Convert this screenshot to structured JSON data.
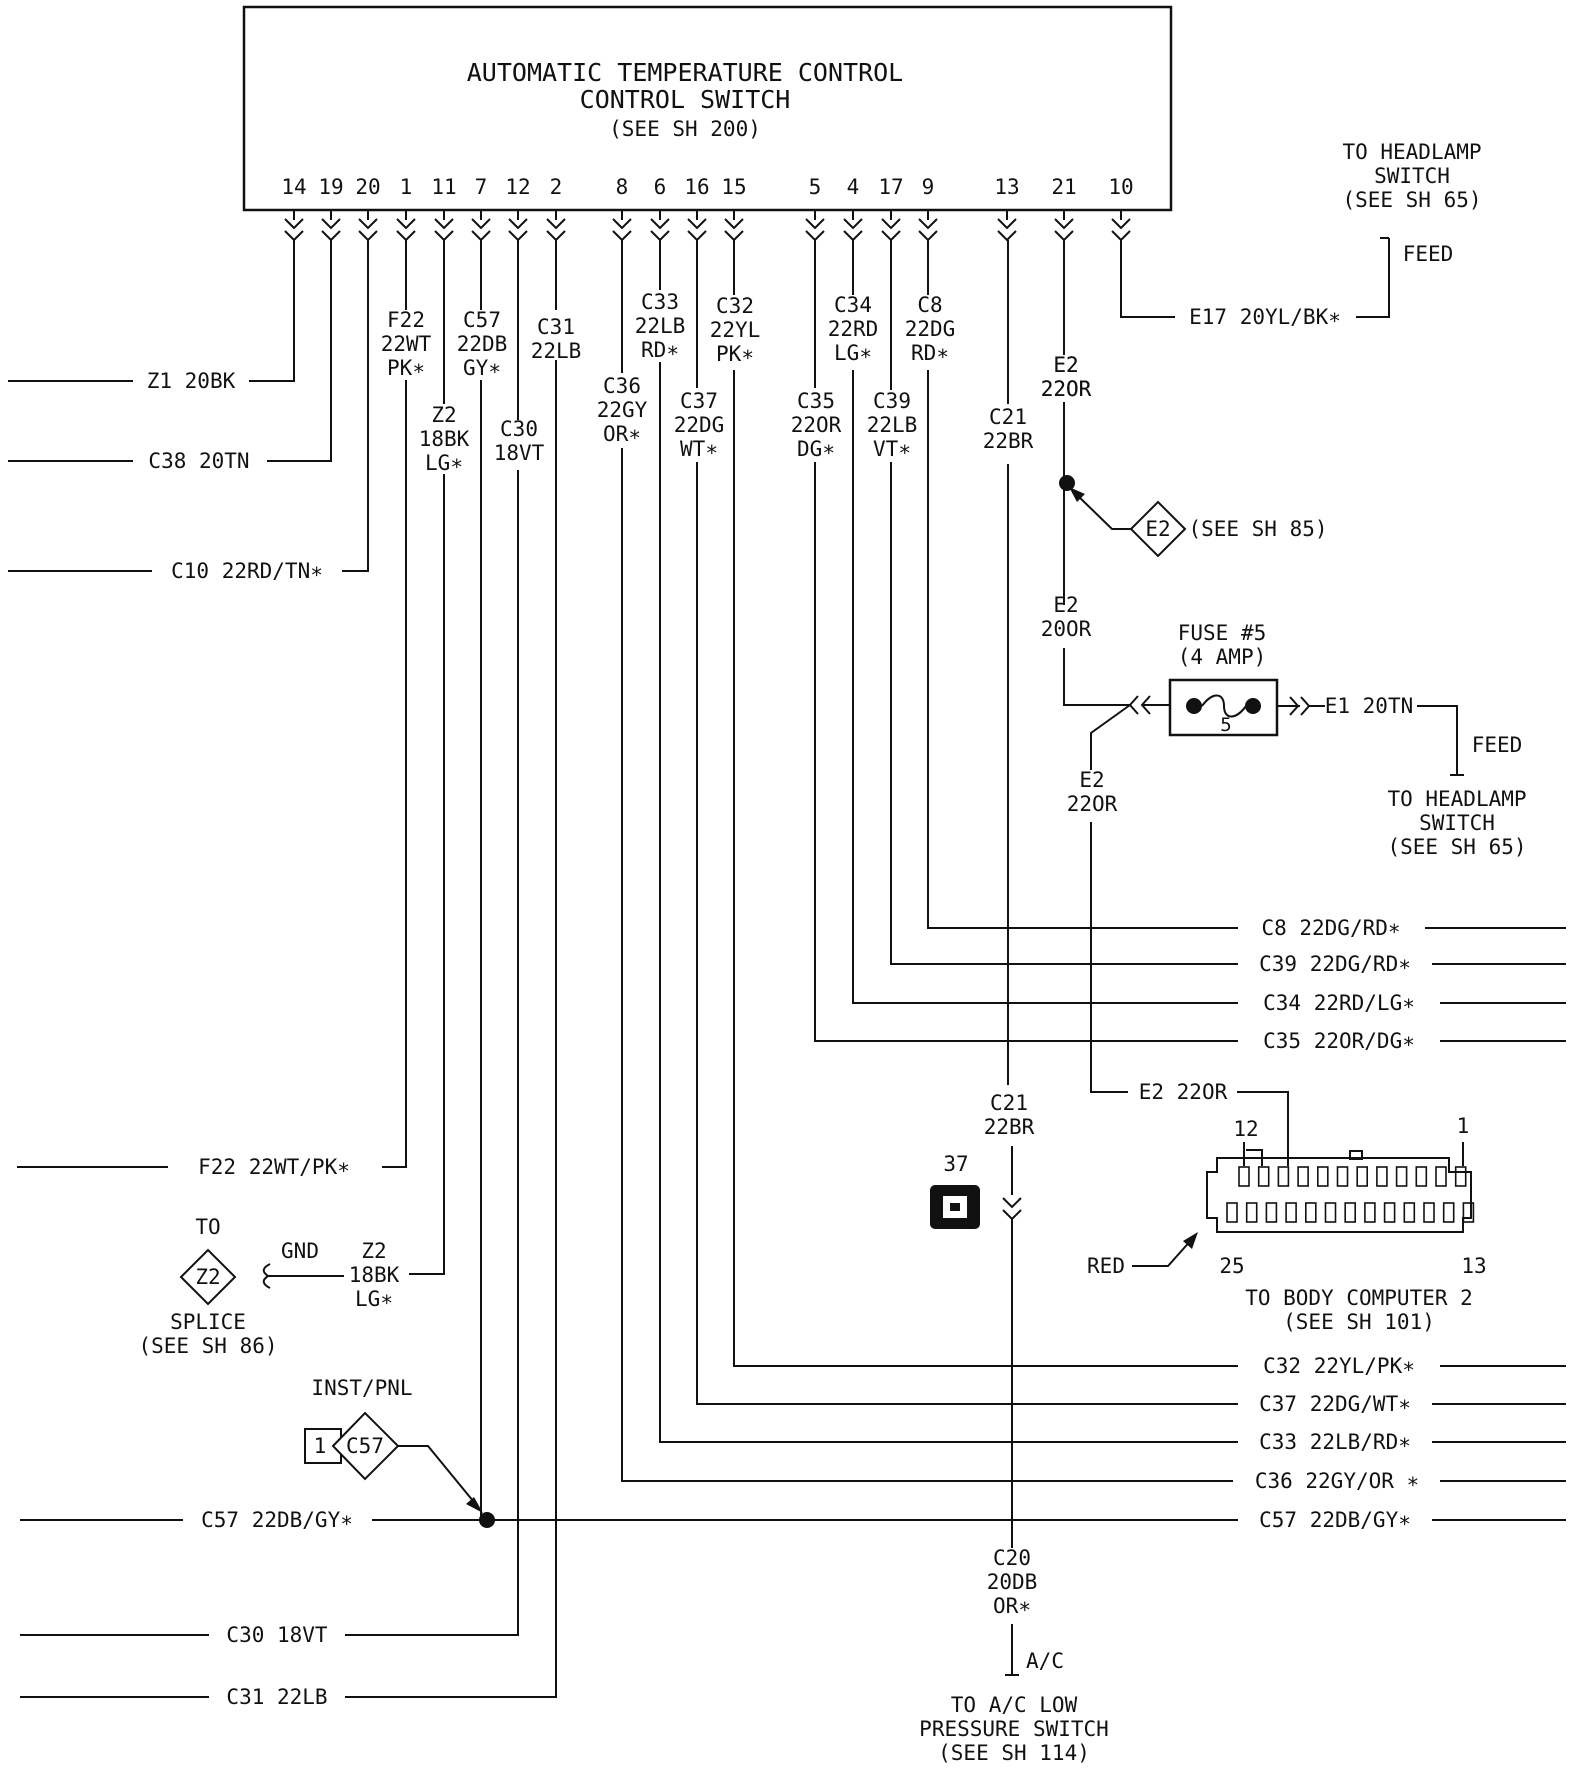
{
  "module": {
    "title_line1": "AUTOMATIC TEMPERATURE CONTROL",
    "title_line2": "CONTROL SWITCH",
    "title_line3": "(SEE SH 200)",
    "pins": [
      "14",
      "19",
      "20",
      "1",
      "11",
      "7",
      "12",
      "2",
      "8",
      "6",
      "16",
      "15",
      "5",
      "4",
      "17",
      "9",
      "13",
      "21",
      "10"
    ]
  },
  "pin_labels": [
    [
      "F22",
      "22WT",
      "PK∗"
    ],
    [
      "Z2",
      "18BK",
      "LG∗"
    ],
    [
      "C57",
      "22DB",
      "GY∗"
    ],
    [
      "C30",
      "18VT"
    ],
    [
      "C31",
      "22LB"
    ],
    [
      "C36",
      "22GY",
      "OR∗"
    ],
    [
      "C33",
      "22LB",
      "RD∗"
    ],
    [
      "C37",
      "22DG",
      "WT∗"
    ],
    [
      "C32",
      "22YL",
      "PK∗"
    ],
    [
      "C35",
      "22OR",
      "DG∗"
    ],
    [
      "C34",
      "22RD",
      "LG∗"
    ],
    [
      "C39",
      "22LB",
      "VT∗"
    ],
    [
      "C8",
      "22DG",
      "RD∗"
    ],
    [
      "C21",
      "22BR"
    ],
    [
      "E2",
      "22OR"
    ]
  ],
  "left_wires": [
    "Z1  20BK",
    "C38  20TN",
    "C10  22RD/TN∗",
    "F22  22WT/PK∗",
    "C57  22DB/GY∗",
    "C30  18VT",
    "C31  22LB"
  ],
  "right_wires": [
    "C8  22DG/RD∗",
    "C39  22DG/RD∗",
    "C34  22RD/LG∗",
    "C35  22OR/DG∗",
    "C32  22YL/PK∗",
    "C37  22DG/WT∗",
    "C33  22LB/RD∗",
    "C36  22GY/OR ∗",
    "C57  22DB/GY∗"
  ],
  "headlamp_top": {
    "line1": "TO HEADLAMP",
    "line2": "SWITCH",
    "line3": "(SEE SH 65)",
    "feed": "FEED",
    "wire": "E17  20YL/BK∗"
  },
  "e2_splice": {
    "upper_label": [
      "E2",
      "22OR"
    ],
    "mid_label": [
      "E2",
      "20OR"
    ],
    "lower_label": [
      "E2",
      "22OR"
    ],
    "connector": "E2",
    "see": "(SEE SH 85)",
    "run_label": "E2  22OR"
  },
  "fuse": {
    "title": "FUSE #5",
    "rating": "(4 AMP)",
    "number": "5",
    "out_wire": "E1  20TN",
    "feed": "FEED",
    "dest_line1": "TO HEADLAMP",
    "dest_line2": "SWITCH",
    "dest_line3": "(SEE SH 65)"
  },
  "body_computer": {
    "pin_top_left": "12",
    "pin_top_right": "1",
    "pin_bottom_left": "25",
    "pin_bottom_right": "13",
    "color": "RED",
    "line1": "TO BODY COMPUTER 2",
    "line2": "(SEE SH 101)"
  },
  "c21_lower": [
    "C21",
    "22BR"
  ],
  "connector_37": "37",
  "ground": {
    "to": "TO",
    "splice_id": "Z2",
    "gnd": "GND",
    "wire_label": [
      "Z2",
      "18BK",
      "LG∗"
    ],
    "splice_line1": "SPLICE",
    "splice_line2": "(SEE SH 86)"
  },
  "inst_panel": {
    "label": "INST/PNL",
    "pin": "1",
    "connector": "C57"
  },
  "ac_switch": {
    "wire": [
      "C20",
      "20DB",
      "OR∗"
    ],
    "tag": "A/C",
    "line1": "TO A/C LOW",
    "line2": "PRESSURE SWITCH",
    "line3": "(SEE SH 114)"
  }
}
